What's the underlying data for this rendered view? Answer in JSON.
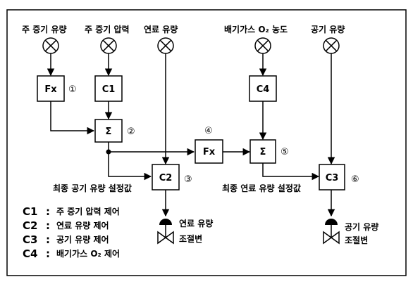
{
  "inputs": {
    "main_steam_flow": "주 증기 유량",
    "main_steam_pressure": "주 증기 압력",
    "fuel_flow": "연료 유량",
    "exhaust_o2": "배기가스 O₂ 농도",
    "air_flow": "공기 유량"
  },
  "blocks": {
    "fx1": "Fx",
    "c1": "C1",
    "sum2": "Σ",
    "fx4": "Fx",
    "sum5": "Σ",
    "c2": "C2",
    "c3": "C3",
    "c4": "C4"
  },
  "numbers": {
    "n1": "①",
    "n2": "②",
    "n3": "③",
    "n4": "④",
    "n5": "⑤",
    "n6": "⑥"
  },
  "labels": {
    "final_air_setpoint": "최종 공기 유량 설정값",
    "final_fuel_setpoint": "최종 연료 유량 설정값"
  },
  "valves": {
    "fuel_valve_line1": "연료 유량",
    "fuel_valve_line2": "조절변",
    "air_valve_line1": "공기 유량",
    "air_valve_line2": "조절변"
  },
  "legend": [
    {
      "code": "C1",
      "text": "주 증기 압력 제어"
    },
    {
      "code": "C2",
      "text": "연료 유량 제어"
    },
    {
      "code": "C3",
      "text": "공기 유량 제어"
    },
    {
      "code": "C4",
      "text": "배기가스 O₂ 제어"
    }
  ],
  "legend_separator": ":"
}
